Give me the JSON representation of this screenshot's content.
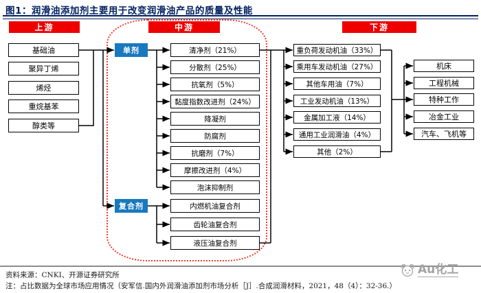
{
  "title": "图1：润滑油添加剂主要用于改变润滑油产品的质量及性能",
  "headers": {
    "upstream": "上游",
    "midstream": "中游",
    "downstream": "下游"
  },
  "upstream_items": [
    "基础油",
    "聚异丁烯",
    "烯烃",
    "重烷基苯",
    "醇类等"
  ],
  "midstream": {
    "single_label": "单剂",
    "single_items": [
      "清净剂（21%）",
      "分散剂（25%）",
      "抗氧剂（5%）",
      "黏度指数改进剂（24%）",
      "降凝剂",
      "防腐剂",
      "抗磨剂（7%）",
      "摩擦改进剂（4%）",
      "泡沫抑制剂"
    ],
    "compound_label": "复合剂",
    "compound_items": [
      "内燃机油复合剂",
      "齿轮油复合剂",
      "液压油复合剂"
    ]
  },
  "downstream_items": [
    "重负荷发动机油（33%）",
    "乘用车发动机油（27%）",
    "其他车用油（7%）",
    "工业发动机油（13%）",
    "金属加工液（14%）",
    "通用工业润滑油（4%）",
    "其他（2%）"
  ],
  "application_items": [
    "机床",
    "工程机械",
    "特种工作",
    "冶金工业",
    "汽车、飞机等"
  ],
  "footer": {
    "source": "资料来源：CNKI、开源证券研究所",
    "note": "注：占比数据为全球市场应用情况（安军信.国内外润滑油添加剂市场分析［J］.合成润滑材料，2021，48（4）：32-36.）"
  },
  "watermark": "Au化工",
  "colors": {
    "header_red": "#ee0000",
    "node_blue": "#1879be",
    "title_navy": "#002060",
    "dashed_red": "#f43a2a"
  }
}
